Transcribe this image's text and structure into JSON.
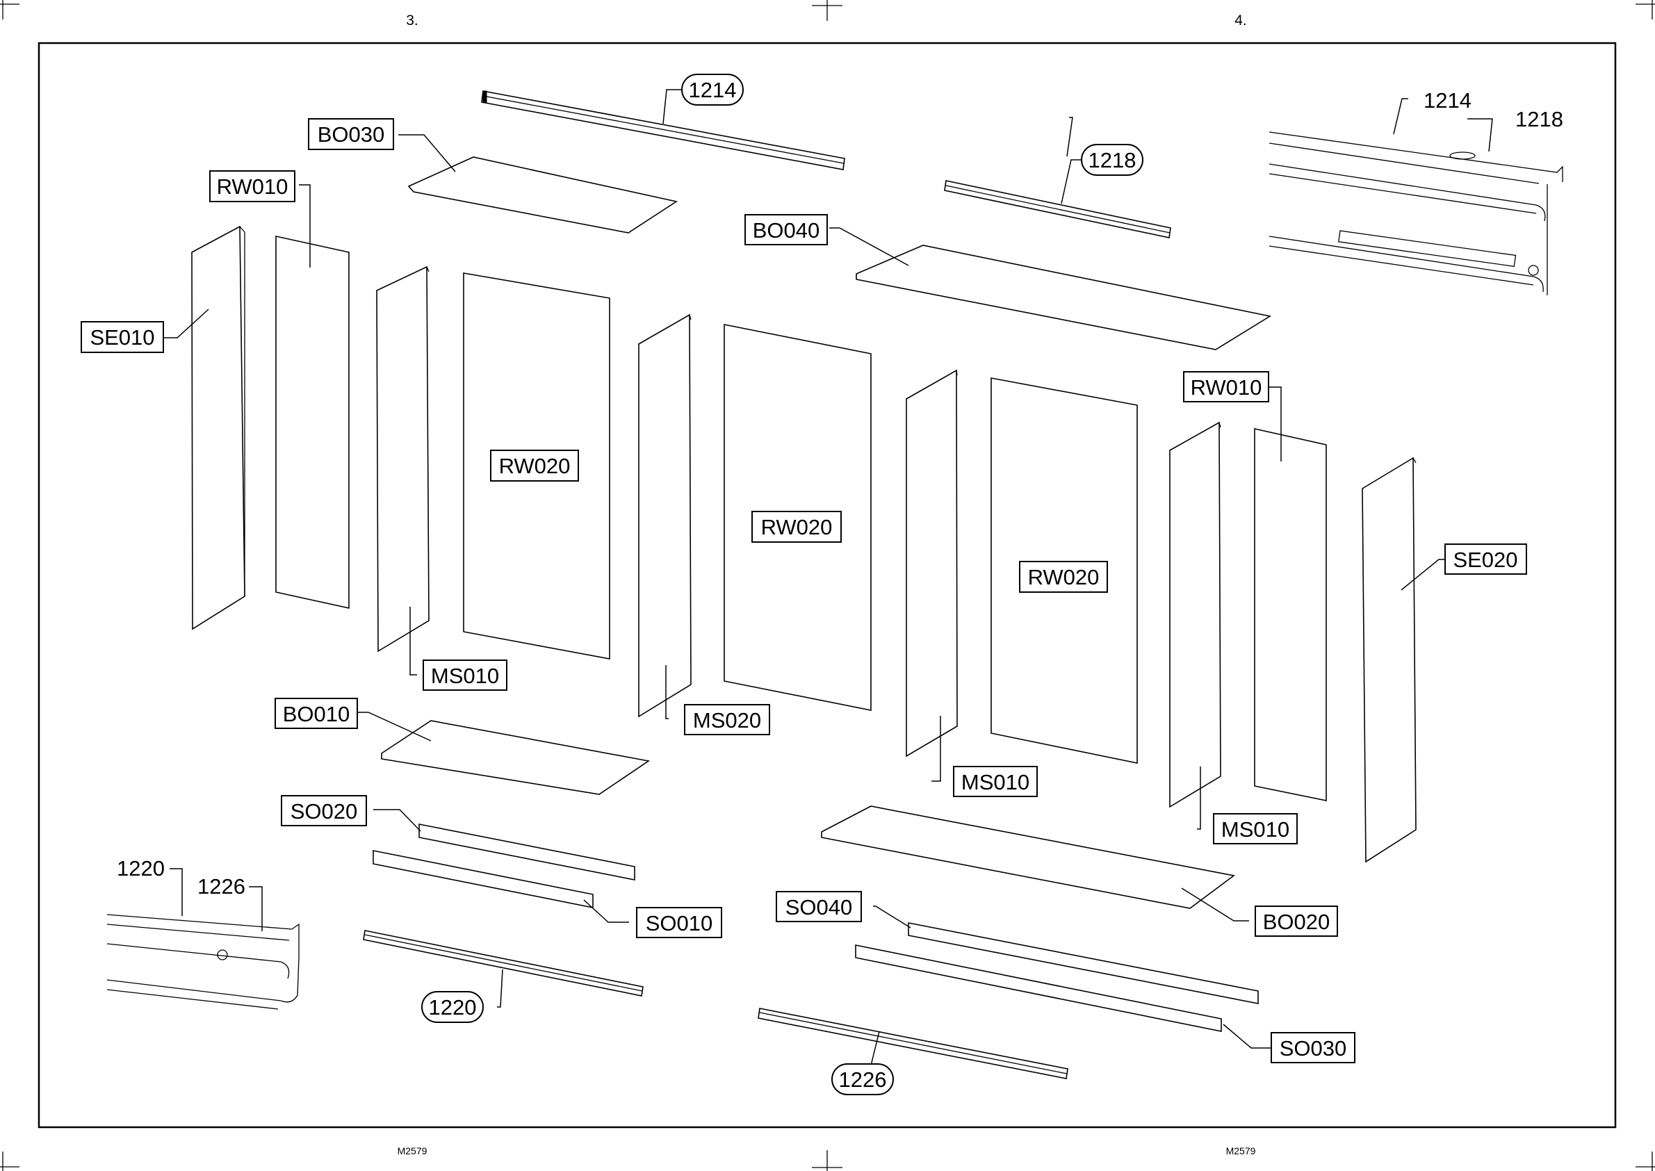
{
  "header": {
    "left_page_number": "3.",
    "right_page_number": "4."
  },
  "footer": {
    "left_code": "M2579",
    "right_code": "M2579"
  },
  "callouts": {
    "bo030": "BO030",
    "rw010_left": "RW010",
    "se010": "SE010",
    "rw020_a": "RW020",
    "rw020_b": "RW020",
    "rw020_c": "RW020",
    "ms010_a": "MS010",
    "ms020": "MS020",
    "ms010_b": "MS010",
    "ms010_c": "MS010",
    "bo010": "BO010",
    "so020": "SO020",
    "so010": "SO010",
    "bo040": "BO040",
    "rw010_right": "RW010",
    "se020": "SE020",
    "bo020": "BO020",
    "so040": "SO040",
    "so030": "SO030"
  },
  "rail_callouts": {
    "r1214": "1214",
    "r1218": "1218",
    "r1220": "1220",
    "r1226": "1226"
  },
  "details": {
    "top_right": {
      "label_a": "1214",
      "label_b": "1218"
    },
    "bottom_left": {
      "label_a": "1220",
      "label_b": "1226"
    }
  }
}
